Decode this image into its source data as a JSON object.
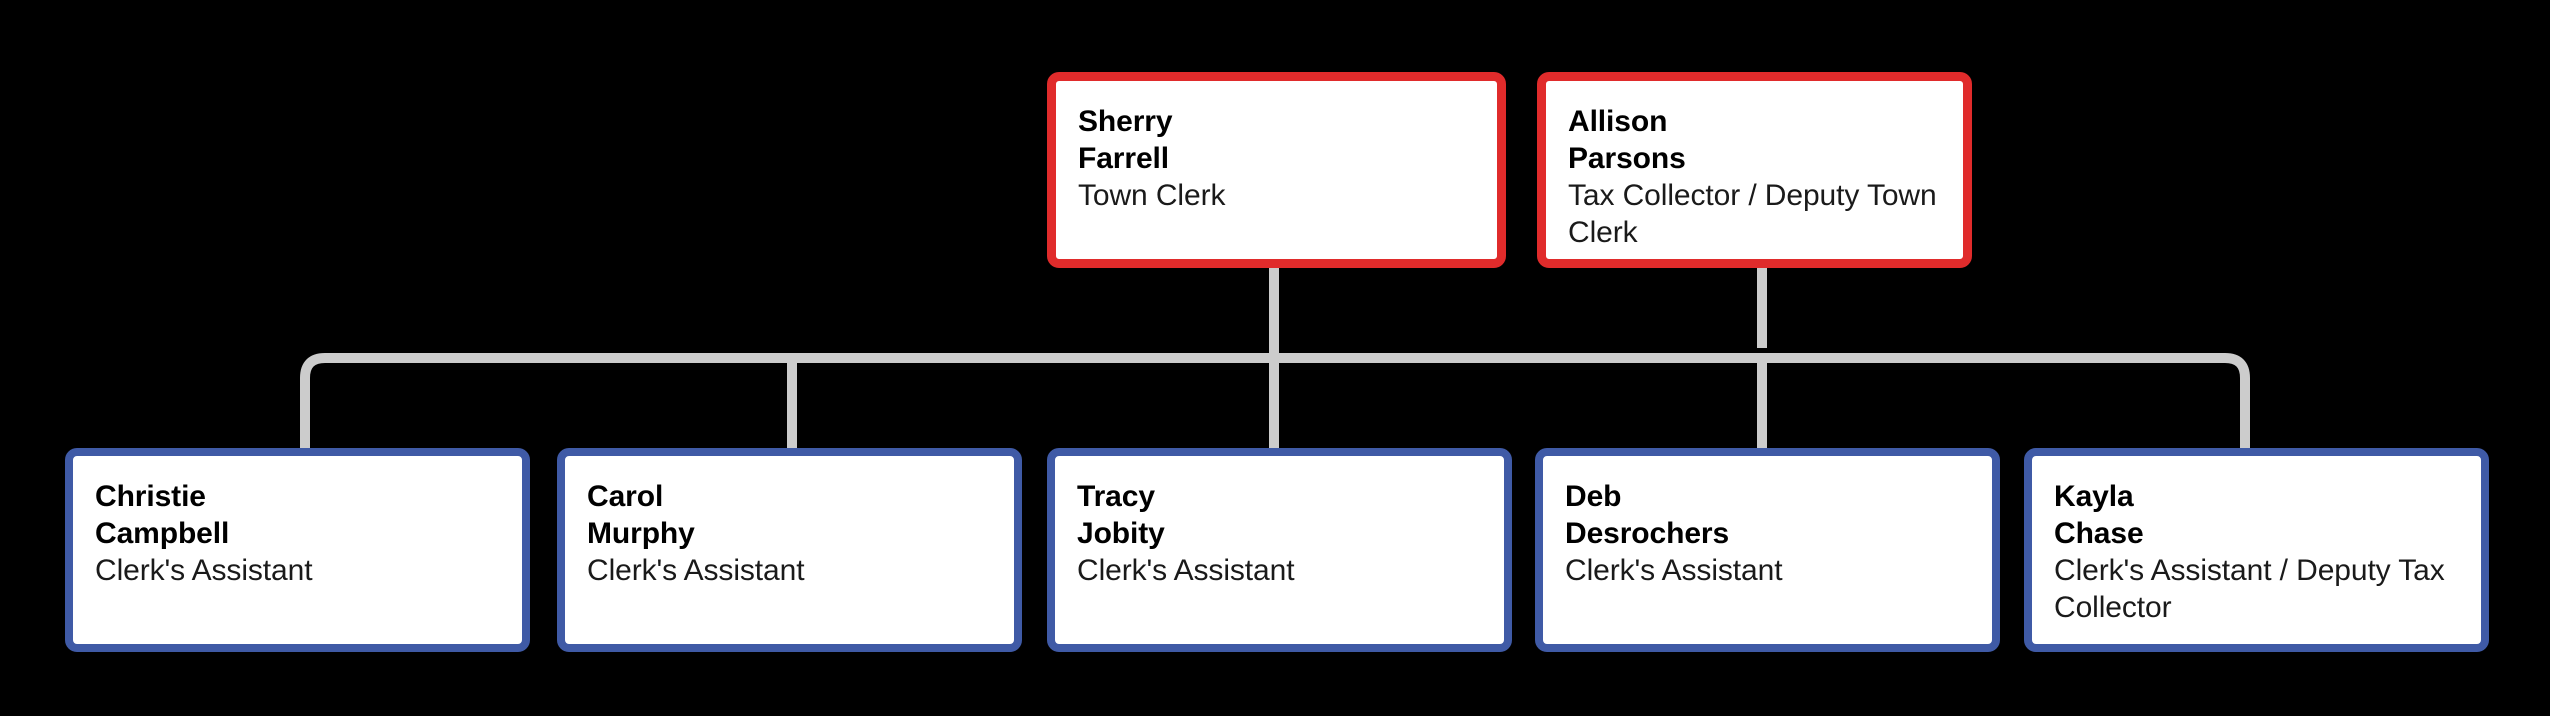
{
  "chart": {
    "type": "org-chart",
    "background_color": "#000000",
    "connector_color": "#cccccc",
    "executive_border_color": "#e02b2b",
    "staff_border_color": "#3f5aa6",
    "card_background_color": "#ffffff",
    "text_color": "#000000"
  },
  "levels": [
    {
      "level_name": "executive",
      "nodes": [
        {
          "id": "sherry-farrell",
          "first_name": "Sherry",
          "last_name": "Farrell",
          "name": "Sherry\nFarrell",
          "title": "Town Clerk"
        },
        {
          "id": "allison-parsons",
          "first_name": "Allison",
          "last_name": "Parsons",
          "name": "Allison\nParsons",
          "title": "Tax Collector / Deputy Town Clerk"
        }
      ]
    },
    {
      "level_name": "staff",
      "nodes": [
        {
          "id": "christie-campbell",
          "first_name": "Christie",
          "last_name": "Campbell",
          "name": "Christie\nCampbell",
          "title": "Clerk's Assistant"
        },
        {
          "id": "carol-murphy",
          "first_name": "Carol",
          "last_name": "Murphy",
          "name": "Carol\nMurphy",
          "title": "Clerk's Assistant"
        },
        {
          "id": "tracy-jobity",
          "first_name": "Tracy",
          "last_name": "Jobity",
          "name": "Tracy\nJobity",
          "title": "Clerk's Assistant"
        },
        {
          "id": "deb-desrochers",
          "first_name": "Deb",
          "last_name": "Desrochers",
          "name": "Deb\nDesrochers",
          "title": "Clerk's Assistant"
        },
        {
          "id": "kayla-chase",
          "first_name": "Kayla",
          "last_name": "Chase",
          "name": "Kayla\nChase",
          "title": "Clerk's Assistant / Deputy Tax Collector"
        }
      ]
    }
  ]
}
